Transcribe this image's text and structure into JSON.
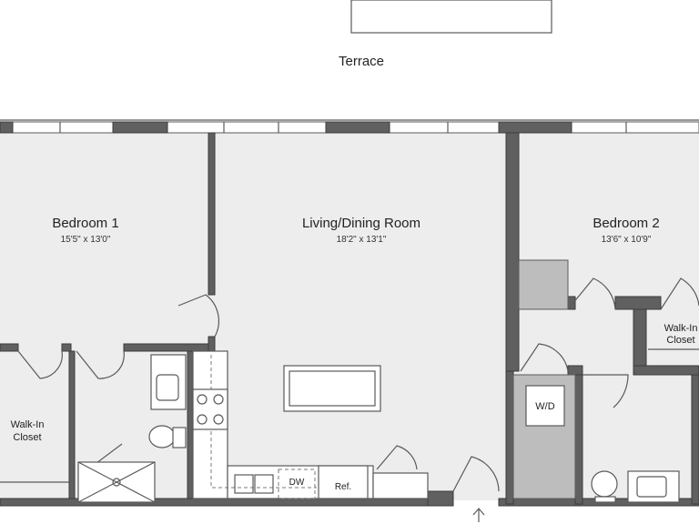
{
  "rooms": {
    "terrace": {
      "name": "Terrace"
    },
    "bedroom1": {
      "name": "Bedroom 1",
      "dimensions": "15'5\" x 13'0\""
    },
    "living": {
      "name": "Living/Dining Room",
      "dimensions": "18'2\" x 13'1\""
    },
    "bedroom2": {
      "name": "Bedroom 2",
      "dimensions": "13'6\" x 10'9\""
    },
    "closet1": {
      "line1": "Walk-In",
      "line2": "Closet"
    },
    "closet2": {
      "line1": "Walk-In",
      "line2": "Closet"
    }
  },
  "fixtures": {
    "washer_dryer": "W/D",
    "dishwasher": "DW",
    "refrigerator": "Ref."
  },
  "colors": {
    "floor": "#ededed",
    "wall": "#606060",
    "shaded_area": "#bdbdbd"
  }
}
